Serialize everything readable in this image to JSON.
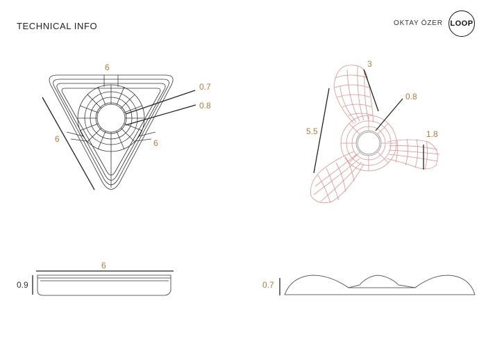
{
  "header": {
    "title": "TECHNICAL INFO",
    "designer": "OKTAY ÖZER",
    "logo_text": "LOOP"
  },
  "colors": {
    "dimension_text": "#b07a3e",
    "wire_red": "#d9928f",
    "line": "#333333"
  },
  "triangle_view": {
    "top_dimension": "6",
    "inner_dimension_1": "0.7",
    "inner_dimension_2": "0.8",
    "left_dimension": "6",
    "right_dimension": "6"
  },
  "propeller_view": {
    "blade_width": "3",
    "hub_dimension": "0.8",
    "length": "5.5",
    "tip_dimension": "1.8"
  },
  "triangle_side_view": {
    "width": "6",
    "height": "0.9"
  },
  "propeller_side_view": {
    "height": "0.7"
  }
}
